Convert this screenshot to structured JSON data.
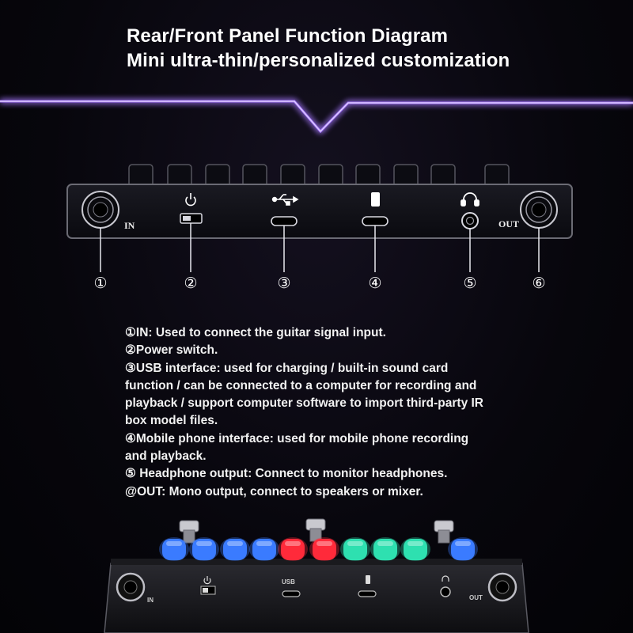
{
  "header": {
    "title_line1": "Rear/Front Panel Function Diagram",
    "title_line2": "Mini ultra-thin/personalized customization"
  },
  "panel": {
    "in_label": "IN",
    "out_label": "OUT",
    "icons": [
      "power-icon",
      "usb-icon",
      "phone-icon",
      "headphone-icon"
    ]
  },
  "callouts": [
    "①",
    "②",
    "③",
    "④",
    "⑤",
    "⑥"
  ],
  "description": [
    "①IN: Used to connect the guitar signal input.",
    "②Power switch.",
    "③USB interface: used for charging / built-in sound card",
    "function / can be connected to a computer for recording and",
    "playback / support computer software to import third-party IR",
    "box model files.",
    "④Mobile phone interface: used for mobile phone recording",
    "and playback.",
    "⑤ Headphone output: Connect to monitor headphones.",
    "@OUT: Mono output, connect to speakers or mixer."
  ],
  "photo": {
    "in_label": "IN",
    "usb_label": "USB",
    "out_label": "OUT",
    "knob_colors": [
      "#3a7bff",
      "#3a7bff",
      "#3a7bff",
      "#3a7bff",
      "#ff2a3a",
      "#ff2a3a",
      "#2ee0b0",
      "#2ee0b0",
      "#2ee0b0",
      "#3a7bff"
    ]
  },
  "colors": {
    "glow": "#8b5cff",
    "background": "#07060c"
  }
}
